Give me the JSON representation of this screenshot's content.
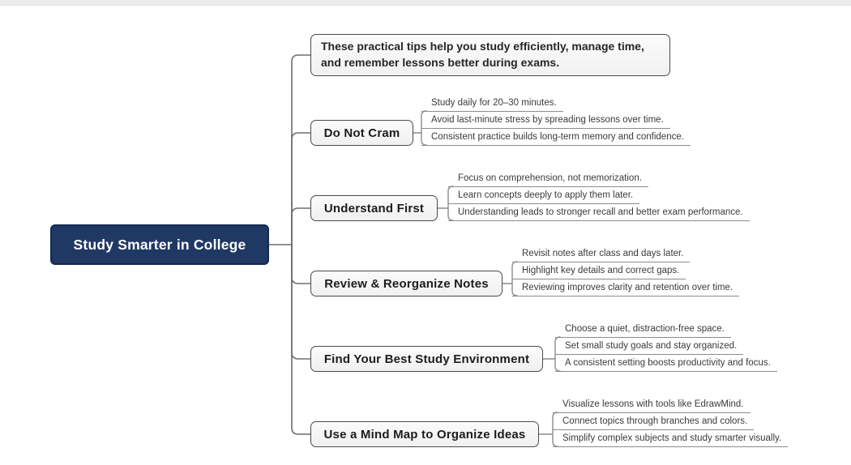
{
  "central": {
    "label": "Study Smarter in College"
  },
  "note": {
    "text": "These practical tips help you study efficiently, manage time, and remember lessons better during exams."
  },
  "branches": [
    {
      "label": "Do Not Cram",
      "subs": [
        "Study daily for 20–30 minutes.",
        "Avoid last-minute stress by spreading lessons over time.",
        "Consistent practice builds long-term memory and confidence."
      ]
    },
    {
      "label": "Understand First",
      "subs": [
        "Focus on comprehension, not memorization.",
        "Learn concepts deeply to apply them later.",
        "Understanding leads to stronger recall and better exam performance."
      ]
    },
    {
      "label": "Review & Reorganize Notes",
      "subs": [
        "Revisit notes after class and days later.",
        "Highlight key details and correct gaps.",
        "Reviewing improves clarity and retention over time."
      ]
    },
    {
      "label": "Find Your Best Study Environment",
      "subs": [
        "Choose a quiet, distraction-free space.",
        "Set small study goals and stay organized.",
        "A consistent setting boosts productivity and focus."
      ]
    },
    {
      "label": "Use a Mind Map to Organize Ideas",
      "subs": [
        "Visualize lessons with tools like EdrawMind.",
        "Connect topics through branches and colors.",
        "Simplify complex subjects and study smarter visually."
      ]
    }
  ],
  "colors": {
    "central_bg": "#203864",
    "central_border": "#16294f",
    "central_text": "#ffffff",
    "topic_bg": "#f5f5f5",
    "topic_border": "#4a4a4a",
    "branch_line": "#6e6e6e",
    "sub_line": "#8c8c8c"
  }
}
